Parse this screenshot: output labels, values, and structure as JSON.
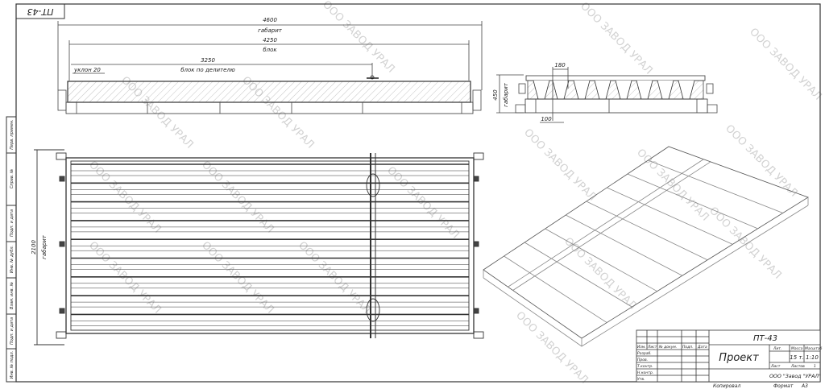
{
  "stamp_code": "ПТ-43",
  "watermark": "ООО ЗАВОД УРАЛ",
  "elevation": {
    "dim_overall": "4600",
    "dim_overall_note": "габарит",
    "dim_block": "4250",
    "dim_block_note": "блок",
    "dim_divider": "3250",
    "dim_divider_note": "блок по делителю",
    "slope": "уклон 20"
  },
  "section": {
    "dim_top": "180",
    "dim_height": "450",
    "dim_height_note": "габарит",
    "dim_bottom": "100"
  },
  "plan": {
    "dim_width": "2100",
    "dim_width_note": "габарит"
  },
  "side_strip": [
    "Перв. примен.",
    "Справ. №",
    "Подп. и дата",
    "Инв. № дубл.",
    "Взам. инв. №",
    "Подп. и дата",
    "Инв. № подл."
  ],
  "title_block": {
    "designation": "ПТ-43",
    "name": "Проект",
    "col_headers": [
      "Изм.",
      "Лист",
      "№ докум.",
      "Подп.",
      "Дата"
    ],
    "rows": [
      "Разраб.",
      "Пров.",
      "Т.контр.",
      "Н.контр.",
      "Утв."
    ],
    "lit_label": "Лит.",
    "mass_label": "Масса",
    "scale_label": "Масштаб",
    "mass": "15 т.",
    "scale": "1:10",
    "sheet_label": "Лист",
    "sheets_label": "Листов",
    "sheets": "1",
    "company": "ООО \"Завод \"УРАЛ\"",
    "copied": "Копировал",
    "format_label": "Формат",
    "format": "А3"
  }
}
